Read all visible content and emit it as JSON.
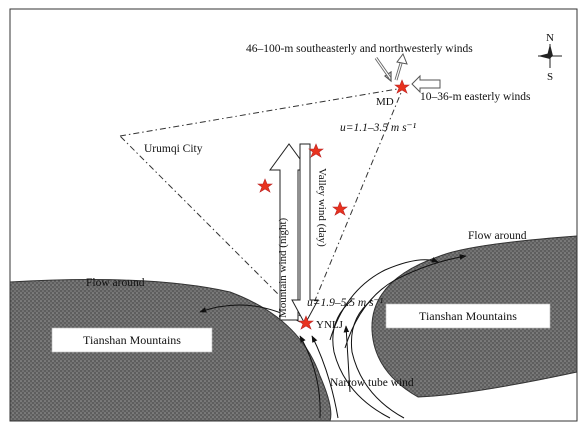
{
  "labels": {
    "winds_upper": "46–100-m southeasterly and northwesterly winds",
    "winds_east": "10–36-m easterly winds",
    "md": "MD",
    "speed_md": "u=1.1–3.5 m s⁻¹",
    "city": "Urumqi City",
    "mountain_wind": "Mountain wind (night)",
    "valley_wind": "Valley wind (day)",
    "flow_left": "Flow around",
    "flow_right": "Flow around",
    "speed_ynlj": "u=1.9–5.5 m s⁻¹",
    "ynlj": "YNLJ",
    "mountains_left": "Tianshan Mountains",
    "mountains_right": "Tianshan Mountains",
    "narrow_tube": "Narrow tube wind"
  },
  "compass": {
    "north": "N",
    "south": "S"
  },
  "colors": {
    "star": "#e8321e",
    "terrain": "#6b6b6b",
    "line": "#222222"
  }
}
